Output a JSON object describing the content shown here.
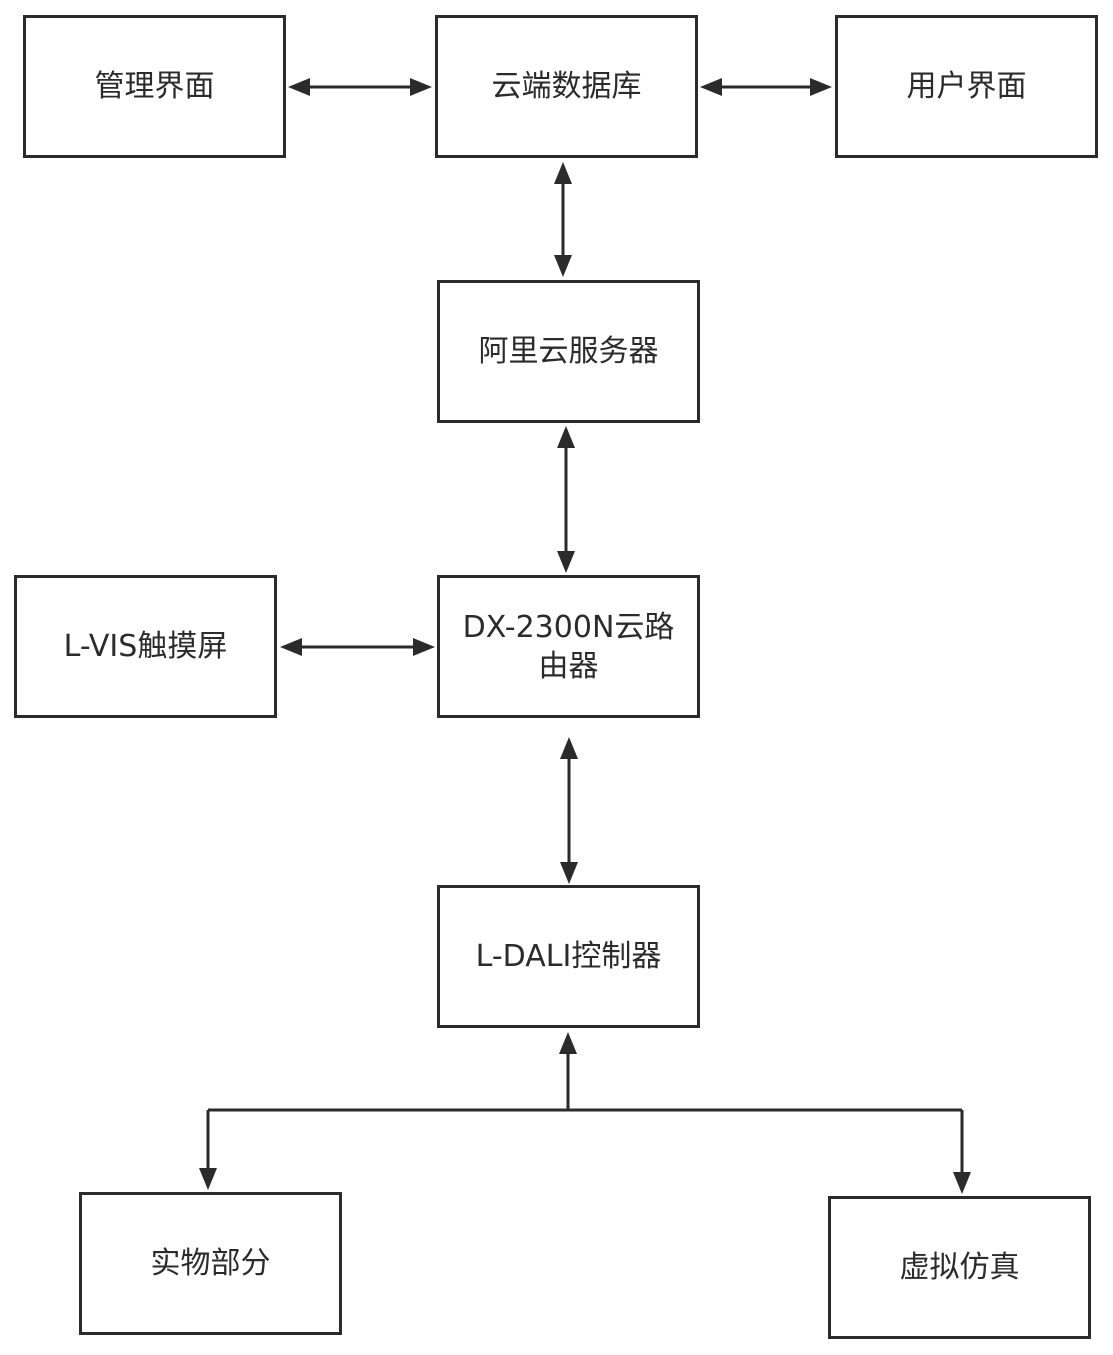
{
  "nodes": {
    "management_ui": "管理界面",
    "cloud_database": "云端数据库",
    "user_ui": "用户界面",
    "aliyun_server": "阿里云服务器",
    "lvis_touchscreen": "L-VIS触摸屏",
    "router": "DX-2300N云路由器",
    "ldali_controller": "L-DALI控制器",
    "physical_part": "实物部分",
    "virtual_simulation": "虚拟仿真"
  },
  "edges": [
    {
      "from": "管理界面",
      "to": "云端数据库",
      "direction": "bidirectional"
    },
    {
      "from": "云端数据库",
      "to": "用户界面",
      "direction": "bidirectional"
    },
    {
      "from": "云端数据库",
      "to": "阿里云服务器",
      "direction": "bidirectional"
    },
    {
      "from": "阿里云服务器",
      "to": "DX-2300N云路由器",
      "direction": "bidirectional"
    },
    {
      "from": "L-VIS触摸屏",
      "to": "DX-2300N云路由器",
      "direction": "bidirectional"
    },
    {
      "from": "DX-2300N云路由器",
      "to": "L-DALI控制器",
      "direction": "bidirectional"
    },
    {
      "from": "L-DALI控制器",
      "to": "实物部分",
      "direction": "bidirectional"
    },
    {
      "from": "L-DALI控制器",
      "to": "虚拟仿真",
      "direction": "bidirectional"
    }
  ],
  "colors": {
    "stroke": "#2b2b2b",
    "background": "#ffffff"
  }
}
